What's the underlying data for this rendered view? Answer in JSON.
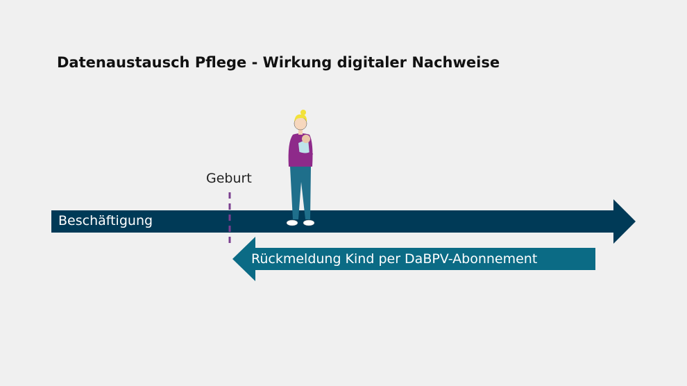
{
  "title": "Datenaustausch Pflege - Wirkung digitaler Nachweise",
  "marker_label": "Geburt",
  "employment_arrow_label": "Beschäftigung",
  "feedback_arrow_label": "Rückmeldung Kind per DaBPV-Abonnement",
  "colors": {
    "background": "#f0f0f0",
    "employment_arrow": "#003a57",
    "feedback_arrow": "#0b6b85",
    "marker": "#7b3f8f"
  }
}
